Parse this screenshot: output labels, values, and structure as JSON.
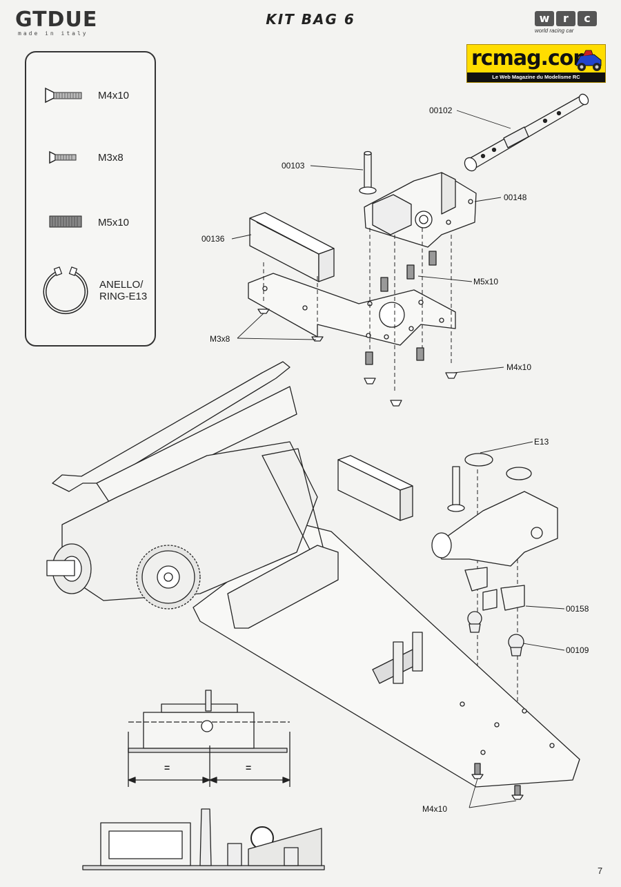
{
  "header": {
    "brand_word": "GTDUE",
    "brand_tagline": "made in italy",
    "title": "KIT BAG 6",
    "wrc_letters": [
      "w",
      "r",
      "c"
    ],
    "wrc_tagline": "world racing car"
  },
  "watermark": {
    "title": "rcmag.com",
    "subtitle": "Le Web Magazine du Modelisme RC"
  },
  "parts_legend": [
    {
      "icon": "countersunk-screw-icon",
      "label": "M4x10"
    },
    {
      "icon": "pan-head-screw-icon",
      "label": "M3x8"
    },
    {
      "icon": "grub-screw-icon",
      "label": "M5x10"
    },
    {
      "icon": "retaining-ring-icon",
      "label": "ANELLO/\nRING-E13"
    }
  ],
  "callouts": {
    "c00102": "00102",
    "c00103": "00103",
    "c00148": "00148",
    "c00136": "00136",
    "m5x10": "M5x10",
    "m3x8": "M3x8",
    "m4x10_top": "M4x10",
    "e13": "E13",
    "c00158": "00158",
    "c00109": "00109",
    "m4x10_bottom": "M4x10"
  },
  "dimension": {
    "left": "=",
    "right": "="
  },
  "page_number": "7"
}
